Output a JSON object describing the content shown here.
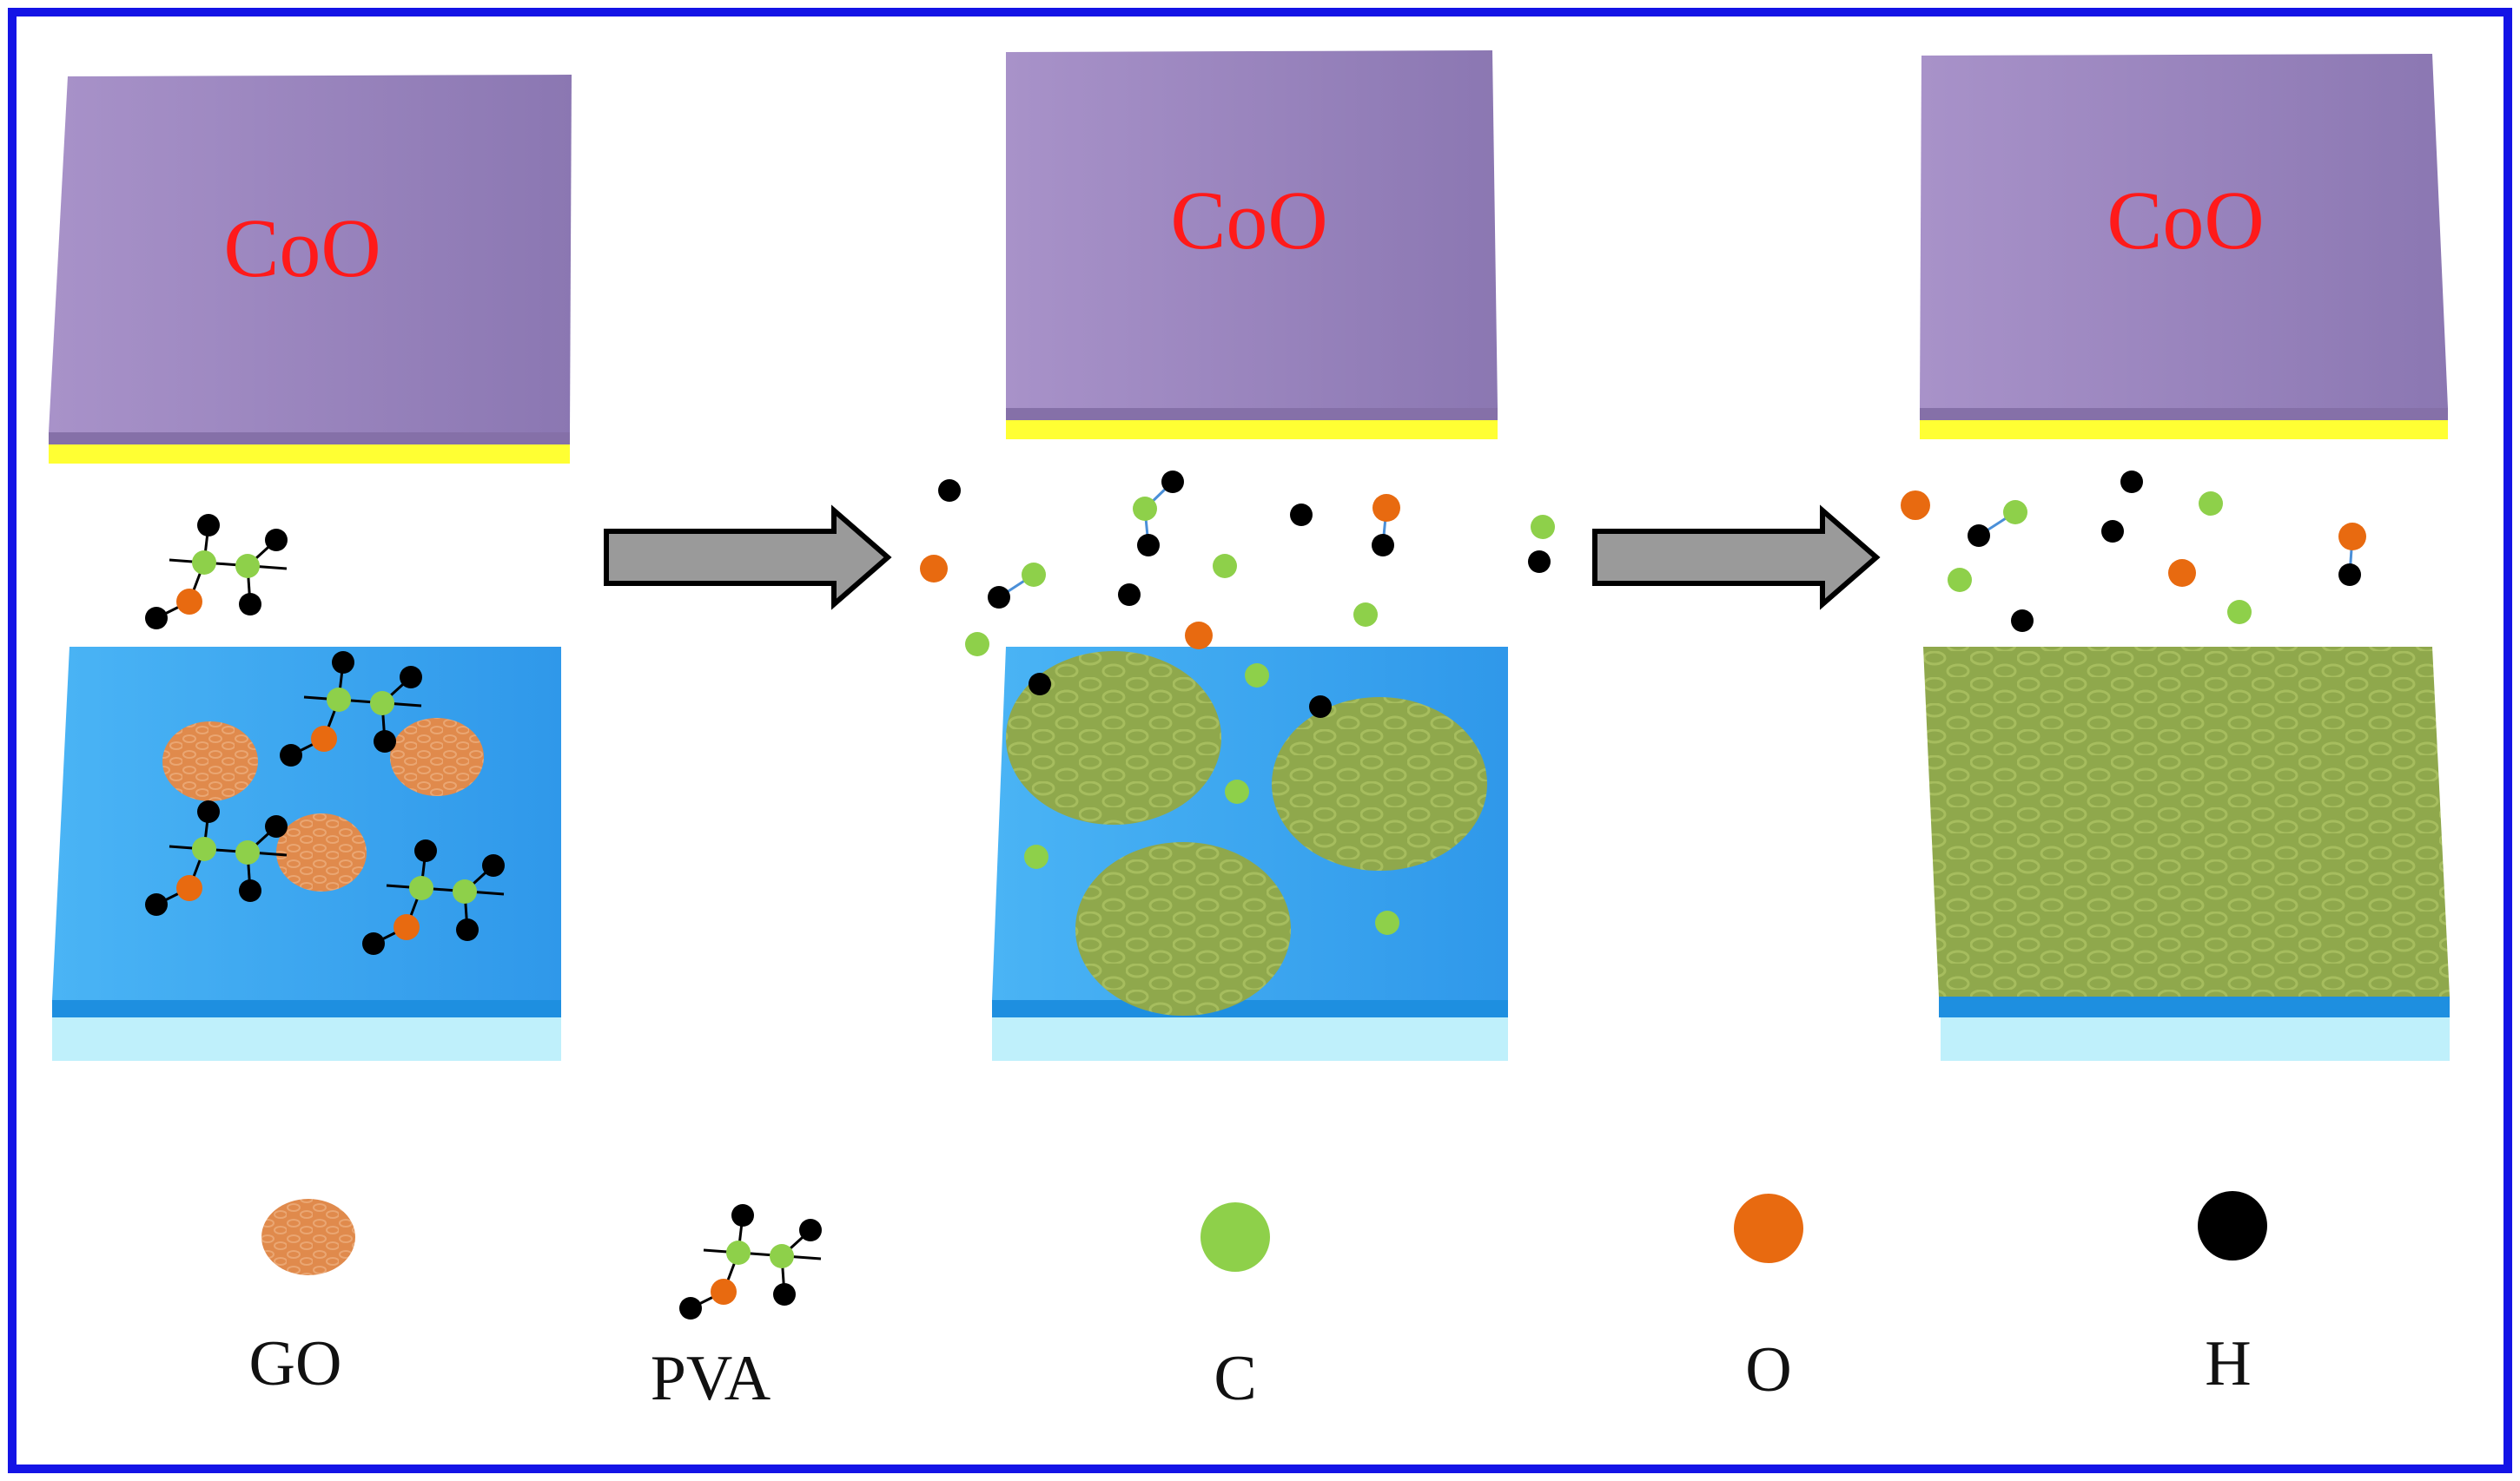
{
  "panels": [
    {
      "substrate_label": "CoO",
      "stage": "initial"
    },
    {
      "substrate_label": "CoO",
      "stage": "intermediate"
    },
    {
      "substrate_label": "CoO",
      "stage": "final"
    }
  ],
  "legend": {
    "go": "GO",
    "pva": "PVA",
    "c": "C",
    "o": "O",
    "h": "H"
  },
  "colors": {
    "border": "#1414e6",
    "coo_plate": "#9a84bd",
    "coo_plate_edge": "#8a73ad",
    "yellow_layer": "#ffff33",
    "substrate_blue": "#3ea6f0",
    "substrate_blue_edge": "#1e8fe0",
    "substrate_light": "#bff0fb",
    "graphene_green": "#8ca64a",
    "go_orange": "#e08a4c",
    "carbon_green": "#8ed04a",
    "oxygen_orange": "#e86a10",
    "hydrogen_black": "#000000",
    "arrow_gray": "#9a9a9a",
    "label_red": "#ff1a1a"
  }
}
